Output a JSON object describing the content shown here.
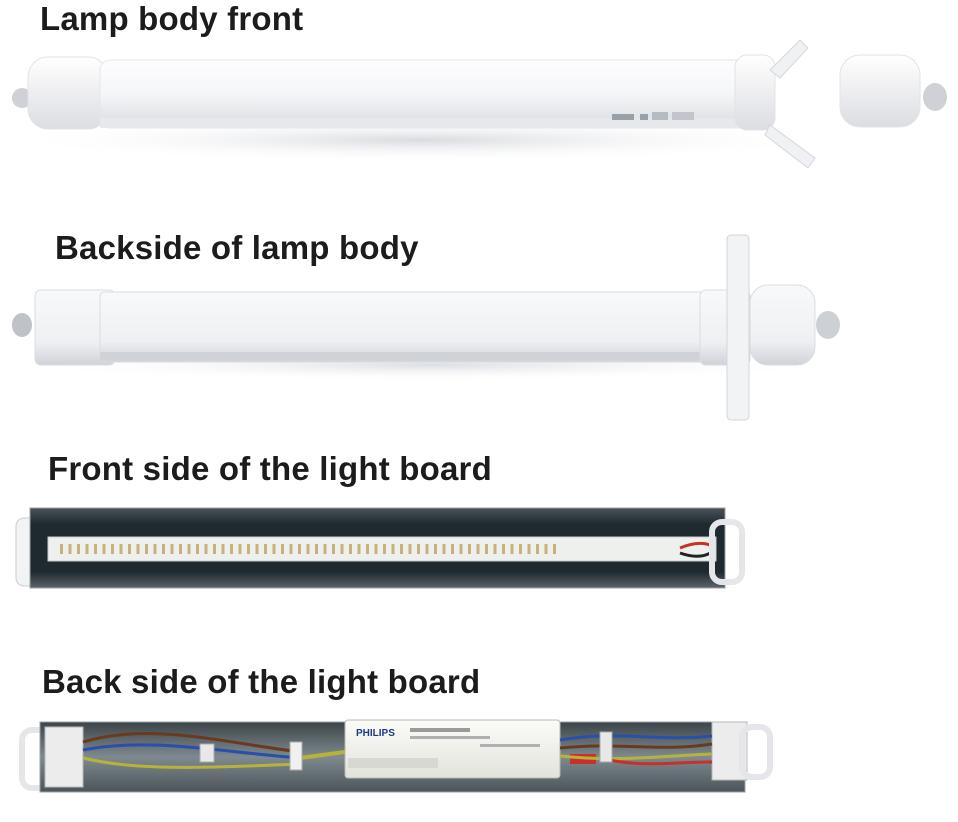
{
  "sections": [
    {
      "caption": "Lamp body front"
    },
    {
      "caption": "Backside of lamp body"
    },
    {
      "caption": "Front side of the light board"
    },
    {
      "caption": "Back side of the light board"
    }
  ],
  "driver_label": "PHILIPS",
  "colors": {
    "caption": "#1c1c1c",
    "housing": "#f3f4f6",
    "diffuser": "#fbfbfc",
    "board_channel": "#1f2a30",
    "pcb": "#eef0ee",
    "led": "#c9b27a",
    "driver_case": "#f4f4f0",
    "wire_brown": "#6b3a1e",
    "wire_blue": "#2a4fa8",
    "wire_yellow_green": "#b7b33a",
    "wire_red": "#c8302a",
    "background": "#ffffff"
  }
}
